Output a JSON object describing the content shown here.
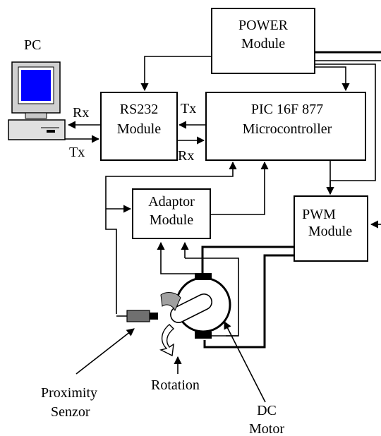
{
  "diagram": {
    "pc": {
      "label": "PC"
    },
    "power": {
      "line1": "POWER",
      "line2": "Module"
    },
    "rs232": {
      "line1": "RS232",
      "line2": "Module"
    },
    "pic": {
      "line1": "PIC 16F 877",
      "line2": "Microcontroller"
    },
    "adaptor": {
      "line1": "Adaptor",
      "line2": "Module"
    },
    "pwm": {
      "line1": "PWM",
      "line2": "Module"
    },
    "signals": {
      "rx_pc": "Rx",
      "tx_pc": "Tx",
      "tx_pic": "Tx",
      "rx_pic": "Rx"
    },
    "proximity": {
      "line1": "Proximity",
      "line2": "Senzor"
    },
    "rotation": {
      "label": "Rotation"
    },
    "motor": {
      "line1": "DC",
      "line2": "Motor"
    },
    "colors": {
      "screen": "#0000ff",
      "sensor": "#707070",
      "vane": "#a0a0a0"
    },
    "icons": [
      "computer-icon",
      "dc-motor-icon",
      "proximity-sensor-icon",
      "rotation-arrow-icon"
    ]
  }
}
